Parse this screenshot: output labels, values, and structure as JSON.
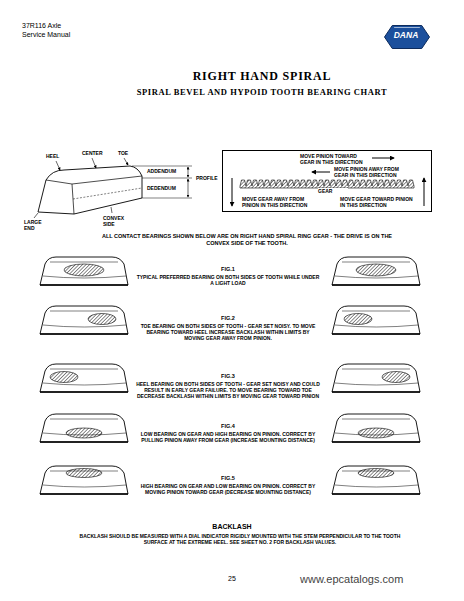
{
  "diagram": {
    "title": "RIGHT HAND SPIRAL",
    "nodes": [
      {
        "text": [
          "DANA"
        ]
      },
      {
        "text": [
          "MOVE PINION TOWARD GEAR IN THIS DIRECTION",
          "MOVE PINION AWAY FROM GEAR IN THIS DIRECTION",
          "GEAR",
          "MOVE GEAR AWAY FROM PINION IN THIS DIRECTION",
          "MOVE GEAR TOWARD PINION IN THIS DIRECTION"
        ]
      }
    ],
    "labels": [
      "37R116 Axle",
      "Service Manual",
      "SPIRAL BEVEL AND HYPOID TOOTH BEARING CHART",
      "CENTER",
      "TOE",
      "HEEL",
      "ADDENDUM",
      "DEDENDUM",
      "PROFILE",
      "CONVEX SIDE",
      "LARGE END",
      "ALL CONTACT BEARINGS SHOWN BELOW ARE ON RIGHT HAND SPIRAL RING GEAR - THE DRIVE IS ON THE CONVEX SIDE OF THE TOOTH.",
      "FIG.1",
      "TYPICAL PREFERRED BEARING ON BOTH SIDES OF TOOTH WHILE UNDER A LIGHT LOAD",
      "FIG.2",
      "TOE BEARING ON BOTH SIDES OF TOOTH - GEAR SET NOISY. TO MOVE BEARING TOWARD HEEL INCREASE BACKLASH WITHIN LIMITS BY MOVING GEAR AWAY FROM PINION.",
      "FIG.3",
      "HEEL BEARING ON BOTH SIDES OF TOOTH - GEAR SET NOISY AND COULD RESULT IN EARLY GEAR FAILURE. TO MOVE BEARING TOWARD TOE DECREASE BACKLASH WITHIN LIMITS BY MOVING GEAR TOWARD PINION",
      "FIG.4",
      "LOW BEARING ON GEAR AND HIGH BEARING ON PINION. CORRECT BY PULLING PINION AWAY FROM GEAR (INCREASE MOUNTING DISTANCE)",
      "FIG.5",
      "HIGH BEARING ON GEAR AND LOW BEARING ON PINION. CORRECT BY MOVING PINION TOWARD GEAR (DECREASE MOUNTING DISTANCE)",
      "BACKLASH",
      "BACKLASH SHOULD BE MEASURED WITH A DIAL INDICATOR RIGIDLY MOUNTED WITH THE STEM PERPENDICULAR TO THE TOOTH SURFACE AT THE EXTREME HEEL. SEE SHEET NO. 2 FOR BACKLASH VALUES.",
      "25",
      "www.epcatalogs.com"
    ]
  }
}
